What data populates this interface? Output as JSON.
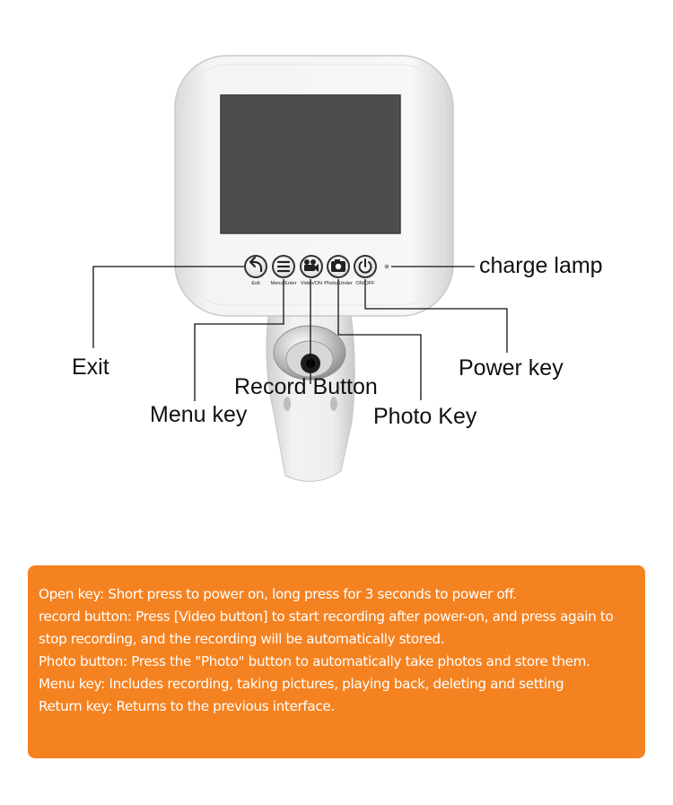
{
  "device": {
    "key_labels": {
      "exit": "Exit",
      "menu_enter": "Menu/Enter",
      "video_on": "Video/ON",
      "photo_under": "Photo/Under",
      "on_off": "ON/OFF"
    }
  },
  "callouts": {
    "charge_lamp": "charge lamp",
    "exit": "Exit",
    "power_key": "Power key",
    "record_button": "Record Button",
    "menu_key": "Menu key",
    "photo_key": "Photo Key"
  },
  "description": {
    "lines": [
      "Open key: Short press to power on, long press for 3 seconds to power off.",
      "record button: Press [Video button] to start recording after power-on, and press again to stop recording, and the recording will be automatically stored.",
      "Photo button: Press the \"Photo\" button to automatically take photos and store them.",
      "Menu key: Includes recording, taking pictures, playing back, deleting and setting",
      "Return key: Returns to the previous interface."
    ]
  },
  "colors": {
    "info_box": "#f58220",
    "screen": "#4d4d4d",
    "body": "#f2f2f2"
  }
}
